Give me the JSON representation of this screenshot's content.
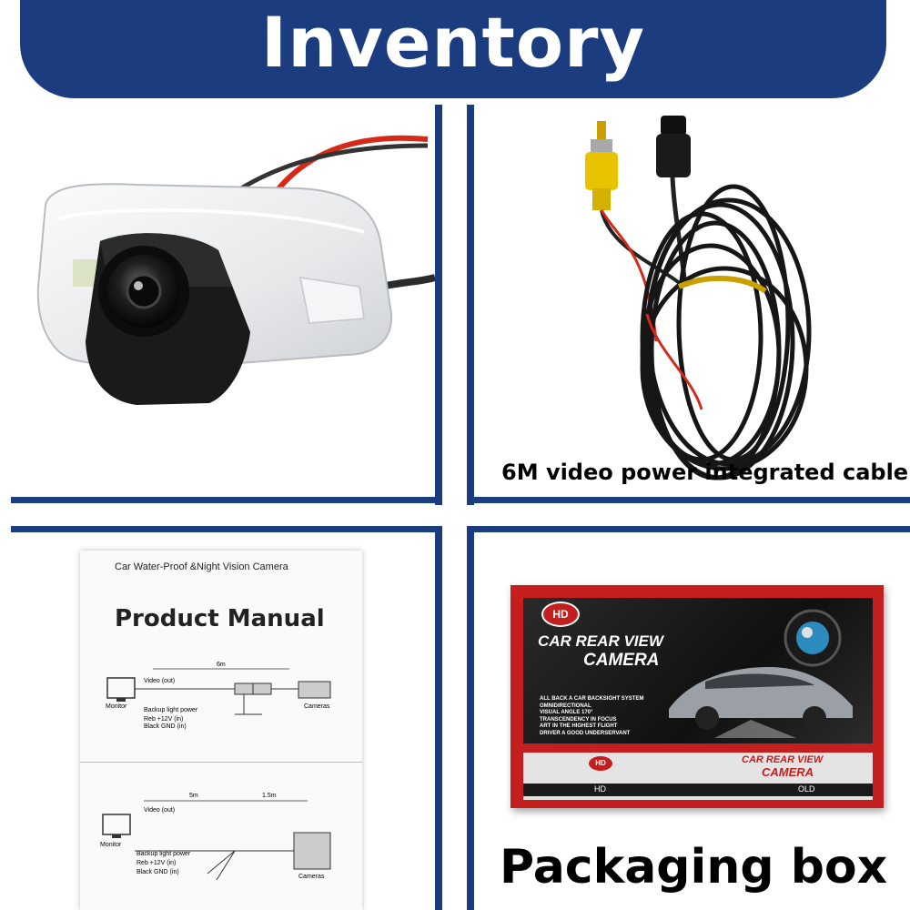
{
  "header": {
    "title": "Inventory"
  },
  "panels": {
    "camera": {},
    "cable": {
      "caption": "6M video power integrated cable"
    },
    "manual": {
      "heading": "Car Water-Proof &Night Vision Camera",
      "title": "Product Manual",
      "diagram1": {
        "distance": "6m",
        "monitor": "Monitor",
        "video": "Video (out)",
        "backup": "Backup light power",
        "red": "Reb +12V (in)",
        "black": "Black GND (in)",
        "cameras": "Cameras"
      },
      "diagram2": {
        "distance1": "5m",
        "distance2": "1.5m",
        "monitor": "Monitor",
        "video": "Video (out)",
        "backup": "Backup light power",
        "red": "Reb +12V (in)",
        "black": "Black GND (in)",
        "cameras": "Cameras"
      }
    },
    "box": {
      "badge": "HD",
      "title_line1": "CAR REAR VIEW",
      "title_line2": "CAMERA",
      "features": [
        "ALL BACK A CAR BACKSIGHT SYSTEM",
        "OMNIDIRECTIONAL",
        "VISUAL ANGLE 170°",
        "TRANSCENDENCY IN FOCUS",
        "ART IN THE HIGHEST FLIGHT",
        "DRIVER A GOOD UNDERSERVANT"
      ],
      "side_badge": "HD",
      "side_line1": "CAR REAR VIEW",
      "side_line2": "CAMERA",
      "strip_hd": "HD",
      "strip_old": "OLD",
      "caption": "Packaging box"
    }
  },
  "colors": {
    "brand_blue": "#1b3d80",
    "box_red": "#c41e1e",
    "rca_yellow": "#e8c400",
    "wire_red": "#d42a1a"
  }
}
